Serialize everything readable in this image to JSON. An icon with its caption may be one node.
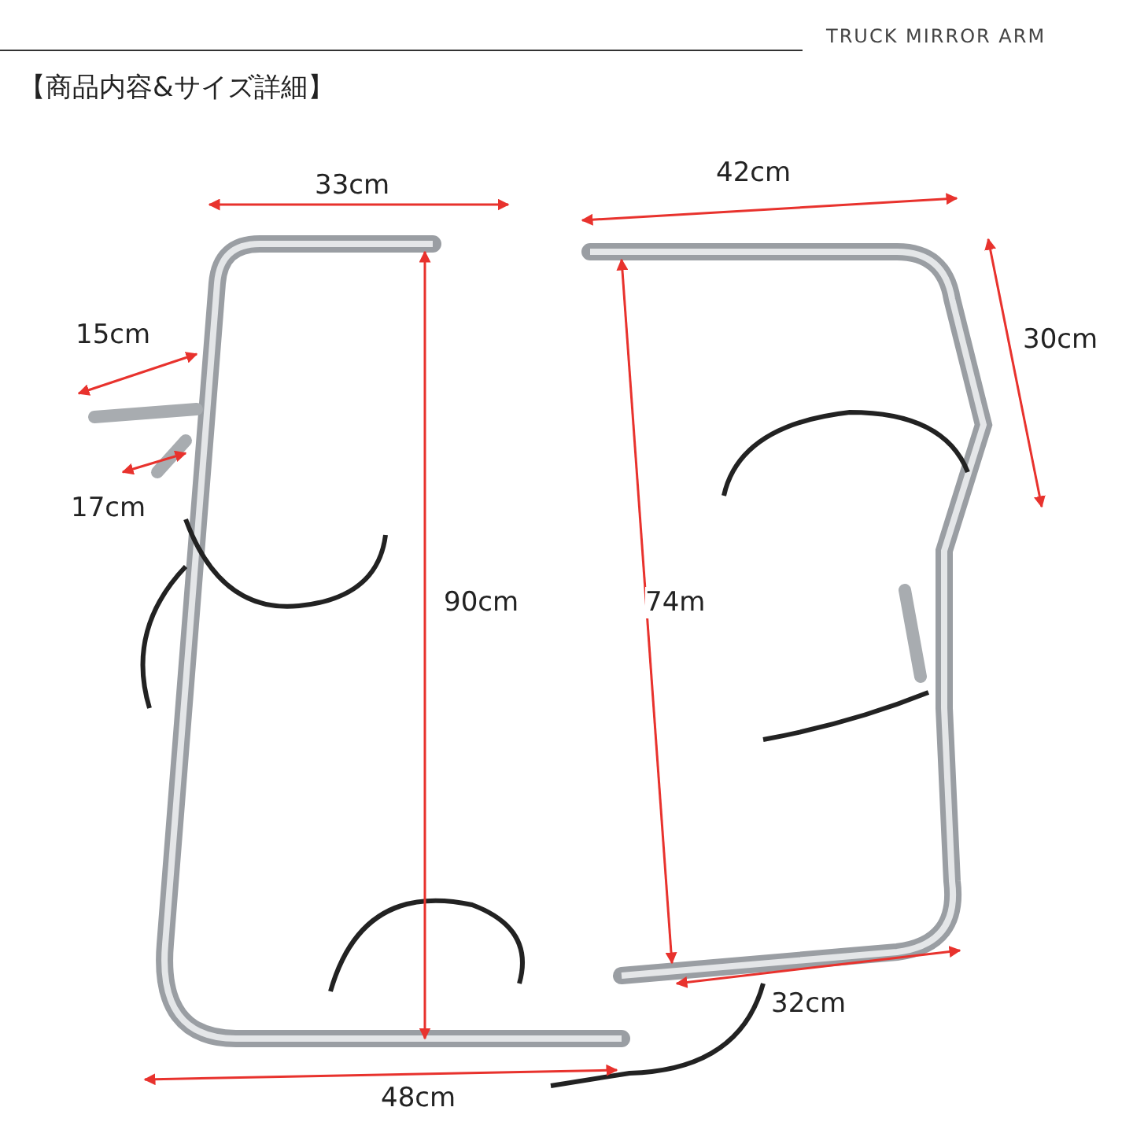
{
  "diagram": {
    "title": "【商品内容&サイズ詳細】",
    "labels": [
      "TRUCK MIRROR ARM",
      "33cm",
      "42cm",
      "15cm",
      "30cm",
      "17cm",
      "90cm",
      "74m",
      "32cm",
      "48cm"
    ]
  }
}
